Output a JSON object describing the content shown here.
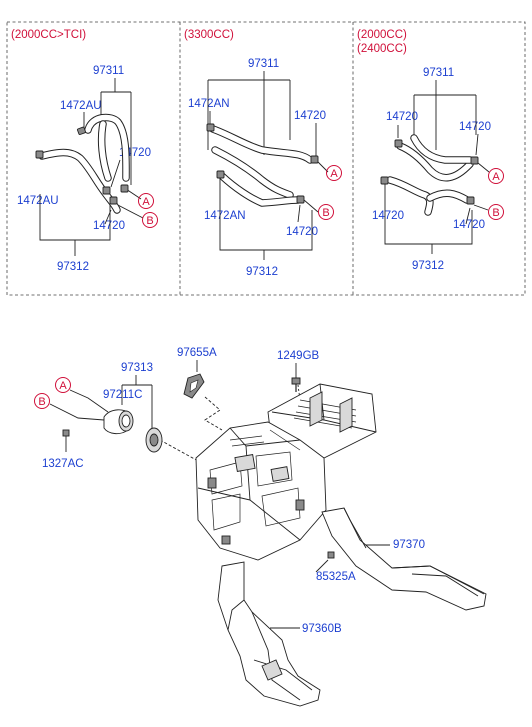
{
  "colors": {
    "label": "#1c3fd0",
    "header": "#d0103a",
    "line": "#222222"
  },
  "panels": [
    {
      "header": [
        "(2000CC>TCI)"
      ],
      "labels": {
        "top": "97311",
        "bottom": "97312",
        "left_upper": "1472AU",
        "left_lower": "1472AU",
        "right_upper": "14720",
        "right_lower": "14720"
      },
      "markers": [
        "A",
        "B"
      ]
    },
    {
      "header": [
        "(3300CC)"
      ],
      "labels": {
        "top": "97311",
        "bottom": "97312",
        "left_upper": "1472AN",
        "left_lower": "1472AN",
        "right_upper": "14720",
        "right_lower": "14720"
      },
      "markers": [
        "A",
        "B"
      ]
    },
    {
      "header": [
        "(2000CC)",
        "(2400CC)"
      ],
      "labels": {
        "top": "97311",
        "bottom": "97312",
        "left_upper": "14720",
        "left_lower": "14720",
        "right_upper": "14720",
        "right_lower": "14720"
      },
      "markers": [
        "A",
        "B"
      ]
    }
  ],
  "assembly": {
    "markers": [
      "A",
      "B"
    ],
    "labels": {
      "p97313": "97313",
      "p97211C": "97211C",
      "p97655A": "97655A",
      "p1249GB": "1249GB",
      "p1327AC": "1327AC",
      "p97370": "97370",
      "p85325A": "85325A",
      "p97360B": "97360B"
    }
  }
}
